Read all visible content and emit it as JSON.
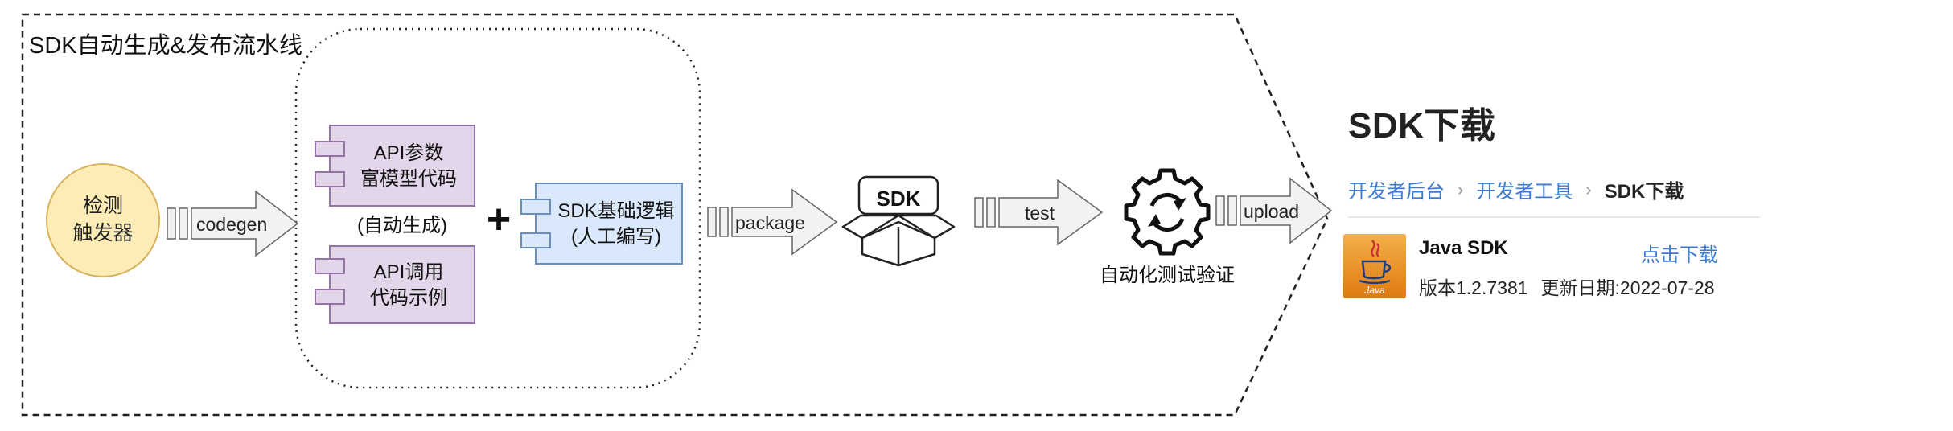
{
  "pipeline": {
    "title": "SDK自动生成&发布流水线",
    "trigger_line1": "检测",
    "trigger_line2": "触发器",
    "arrow_codegen": "codegen",
    "api_params_line1": "API参数",
    "api_params_line2": "富模型代码",
    "auto_generated": "(自动生成)",
    "api_call_line1": "API调用",
    "api_call_line2": "代码示例",
    "plus": "+",
    "sdk_base_line1": "SDK基础逻辑",
    "sdk_base_line2": "(人工编写)",
    "arrow_package": "package",
    "box_label": "SDK",
    "arrow_test": "test",
    "test_label": "自动化测试验证",
    "arrow_upload": "upload",
    "colors": {
      "trigger_fill": "#fdecb6",
      "trigger_stroke": "#d9b35c",
      "component_purple_fill": "#e3d6ea",
      "component_purple_stroke": "#9673a6",
      "component_blue_fill": "#dae8fc",
      "component_blue_stroke": "#6c8ebf"
    }
  },
  "sdk_panel": {
    "title": "SDK下载",
    "breadcrumb": [
      "开发者后台",
      "开发者工具",
      "SDK下载"
    ],
    "breadcrumb_sep": "›",
    "item": {
      "icon": "java-icon",
      "name": "Java SDK",
      "download_label": "点击下载",
      "version": "版本1.2.7381",
      "updated": "更新日期:2022-07-28"
    },
    "colors": {
      "link": "#3b7bd1"
    }
  }
}
